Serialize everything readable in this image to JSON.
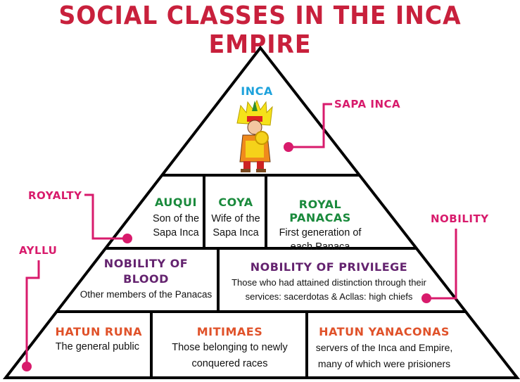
{
  "title": "SOCIAL CLASSES IN THE INCA EMPIRE",
  "top": {
    "heading": "INCA",
    "callout": "SAPA INCA"
  },
  "royalty": {
    "callout": "ROYALTY",
    "cells": [
      {
        "heading": "AUQUI",
        "text": [
          "Son of the",
          "Sapa Inca"
        ]
      },
      {
        "heading": "COYA",
        "text": [
          "Wife of the",
          "Sapa Inca"
        ]
      },
      {
        "heading": "ROYAL PANACAS",
        "text": [
          "First generation of",
          "each Panaca"
        ]
      }
    ]
  },
  "nobility": {
    "callout": "NOBILITY",
    "cells": [
      {
        "heading": [
          "NOBILITY OF",
          "BLOOD"
        ],
        "text": [
          "Other members of the Panacas"
        ]
      },
      {
        "heading": [
          "NOBILITY OF PRIVILEGE"
        ],
        "text": [
          "Those who had attained distinction through their",
          "services: sacerdotas & Acllas: high chiefs"
        ]
      }
    ]
  },
  "ayllu": {
    "callout": "AYLLU",
    "cells": [
      {
        "heading": "HATUN RUNA",
        "text": [
          "The general public"
        ]
      },
      {
        "heading": "MITIMAES",
        "text": [
          "Those belonging to newly",
          "conquered races"
        ]
      },
      {
        "heading": "HATUN YANACONAS",
        "text": [
          "servers of the Inca and Empire,",
          "many of which were prisioners"
        ]
      }
    ]
  },
  "colors": {
    "title": "#c8203c",
    "callout": "#d81b6c",
    "royalty": "#1a8a3c",
    "nobility": "#64236f",
    "ayllu": "#e0522a",
    "inca": "#1ea2dc"
  }
}
